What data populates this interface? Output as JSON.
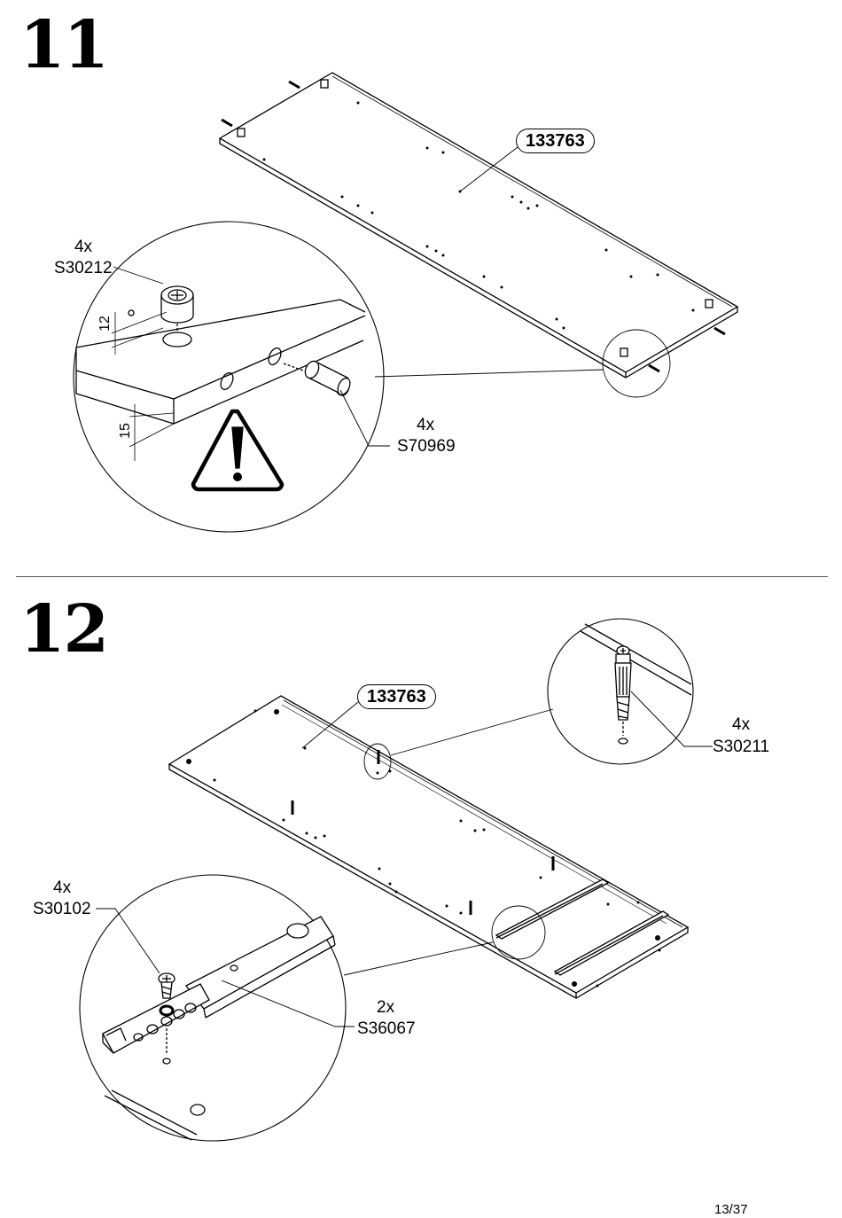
{
  "step11": {
    "number": "11",
    "panel_id": "133763",
    "cam": {
      "qty": "4x",
      "code": "S30212"
    },
    "dowel": {
      "qty": "4x",
      "code": "S70969"
    },
    "dim_a": "12",
    "dim_b": "15"
  },
  "step12": {
    "number": "12",
    "panel_id": "133763",
    "bolt": {
      "qty": "4x",
      "code": "S30211"
    },
    "screw": {
      "qty": "4x",
      "code": "S30102"
    },
    "rail": {
      "qty": "2x",
      "code": "S36067"
    }
  },
  "page": "13/37"
}
